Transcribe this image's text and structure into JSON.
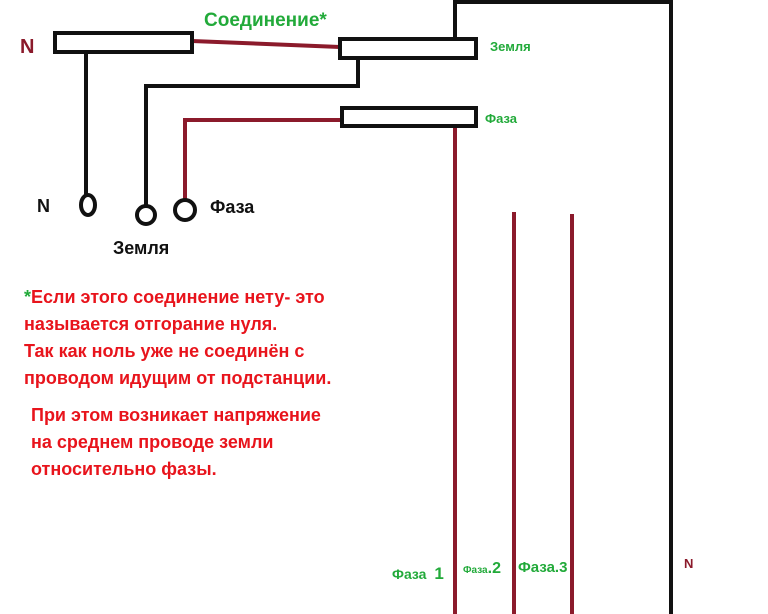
{
  "labels": {
    "n_top": "N",
    "connection": "Соединение*",
    "ground_bar": "Земля",
    "phase_bar": "Фаза",
    "n_terminal": "N",
    "ground_terminal": "Земля",
    "phase_terminal": "Фаза",
    "phase1_text": "Фаза",
    "phase1_num": "1",
    "phase2_text": "Фаза",
    "phase2_num": ".2",
    "phase3": "Фаза.3",
    "n_bottom": "N"
  },
  "note": {
    "star": "*",
    "line1": "Если этого соединение нету- это",
    "line2": "называется отгорание нуля.",
    "line3": "Так как ноль уже не соединён с",
    "line4": "проводом идущим от подстанции.",
    "line5": "При этом возникает напряжение",
    "line6": "на среднем проводе земли",
    "line7": "относительно фазы."
  },
  "colors": {
    "wire_black": "#111111",
    "wire_maroon": "#8b1a2b",
    "text_green": "#22aa3a",
    "text_red": "#e8141c"
  }
}
